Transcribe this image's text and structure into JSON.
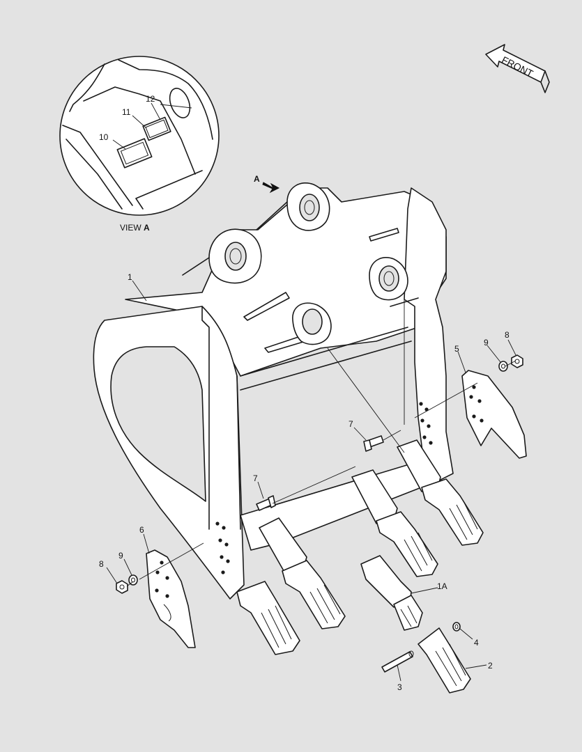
{
  "front_arrow": {
    "label": "FRONT"
  },
  "view_a": {
    "caption_prefix": "VIEW ",
    "caption_letter": "A",
    "arrow_letter": "A"
  },
  "callouts": {
    "c1": "1",
    "c1A": "1A",
    "c2": "2",
    "c3": "3",
    "c4": "4",
    "c5": "5",
    "c6": "6",
    "c7a": "7",
    "c7b": "7",
    "c8a": "8",
    "c8b": "8",
    "c9a": "9",
    "c9b": "9",
    "c10": "10",
    "c11": "11",
    "c12": "12"
  }
}
